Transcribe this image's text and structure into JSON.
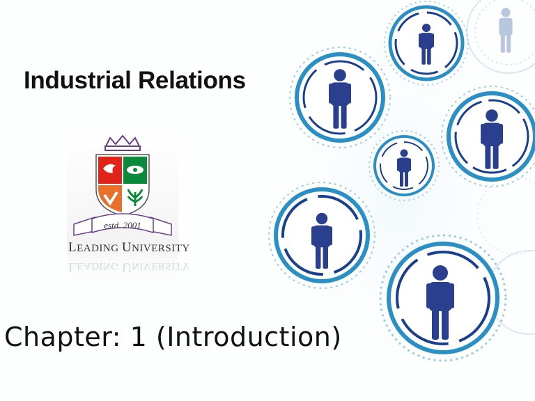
{
  "slide": {
    "title": "Industrial Relations",
    "subtitle": "Chapter: 1 (Introduction)"
  },
  "logo": {
    "established": "estd. 2001",
    "name_first_cap": "L",
    "name_first_rest": "EADING ",
    "name_second_cap": "U",
    "name_second_rest": "NIVERSITY",
    "colors": {
      "red": "#e2231a",
      "green": "#0a8a3a",
      "orange": "#e8702a",
      "purple": "#6b3b8c"
    }
  },
  "illustration": {
    "description_icons": [
      "person-icon"
    ],
    "colors": {
      "ring": "#2a8fc4",
      "ring_dark": "#1b3f8f",
      "person": "#2b3f8f"
    }
  }
}
